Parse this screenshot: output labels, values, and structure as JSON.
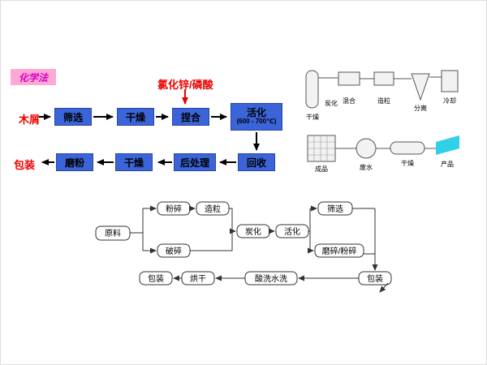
{
  "chem_flow": {
    "method_label": "化学法",
    "reagent_label": "氯化锌/磷酸",
    "input_label": "木屑",
    "output_label": "包装",
    "row1": [
      "筛选",
      "干燥",
      "捏合"
    ],
    "activation_line1": "活化",
    "activation_line2": "(600 - 700℃)",
    "row2": [
      "回收",
      "后处理",
      "干燥",
      "磨粉"
    ],
    "box_color": "#3a64d8",
    "label_color": "#ee0000",
    "method_bg": "#ffa8d4",
    "method_text_color": "#d400c4"
  },
  "equipment": {
    "labels": {
      "carbonize": "炭化",
      "dry1": "干燥",
      "mix": "混合",
      "granulate": "造粒",
      "separate": "分离",
      "cool": "冷却",
      "finished": "成品",
      "waste_water": "废水",
      "dry2": "干燥",
      "product": "产品"
    },
    "flag_color": "#2fd0e8"
  },
  "phys_flow": {
    "raw": "原料",
    "pulverize": "粉碎",
    "granulate": "造粒",
    "crush": "破碎",
    "carbonize": "炭化",
    "activate": "活化",
    "sieve": "筛选",
    "grind": "磨碎/粉碎",
    "pack_right": "包装",
    "acid_wash": "酸洗水洗",
    "dry": "烘干",
    "pack_left": "包装"
  }
}
